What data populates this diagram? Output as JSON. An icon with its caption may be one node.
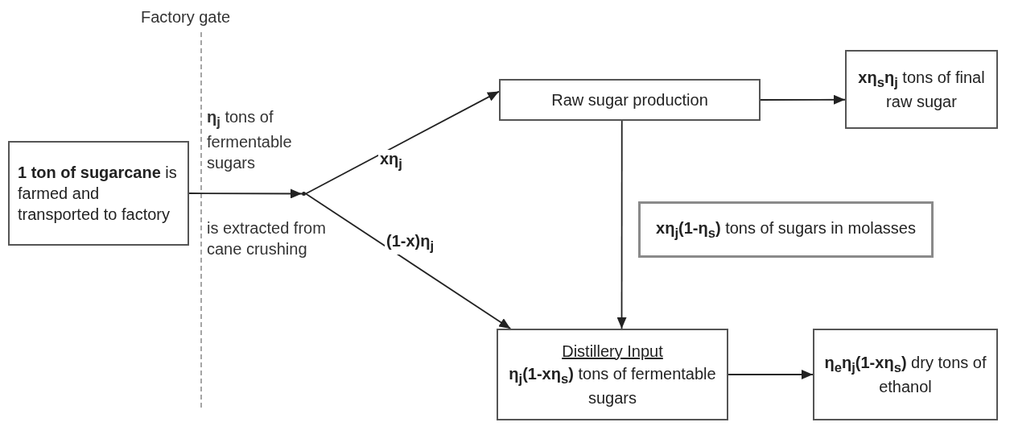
{
  "diagram": {
    "nodes": [
      {
        "text": [
          "**1 ton of sugarcane** is farmed and transported to factory"
        ]
      },
      {
        "text": [],
        "shape": "point"
      },
      {
        "text": [
          "Raw sugar production"
        ]
      },
      {
        "text": [
          "**xη$_{s}$η$_{j}$** tons of final raw sugar"
        ]
      },
      {
        "text": [
          "**xη$_{j}$(1-η$_{s}$)** tons of sugars in molasses"
        ]
      },
      {
        "text": [
          "Distillery Input",
          "**η$_{j}$(1-xη$_{s}$)** tons of fermentable sugars"
        ]
      },
      {
        "text": [
          "**η$_{e}$η$_{j}$(1-xη$_{s}$)** dry tons of ethanol"
        ]
      }
    ],
    "edges": [
      {
        "from": 0,
        "to": 1,
        "arrow": "to"
      },
      {
        "from": 1,
        "to": 2,
        "arrow": "to",
        "label": "xη$_{j}$"
      },
      {
        "from": 1,
        "to": 5,
        "arrow": "to",
        "label": "(1-x)η$_{j}$"
      },
      {
        "from": 2,
        "to": 3,
        "arrow": "to"
      },
      {
        "from": 2,
        "to": 5,
        "arrow": "to"
      },
      {
        "from": 5,
        "to": 6,
        "arrow": "to"
      }
    ],
    "labels": [
      "Factory gate",
      "**η$_{j}$** tons of fermentable sugars",
      "is extracted from cane crushing"
    ]
  }
}
